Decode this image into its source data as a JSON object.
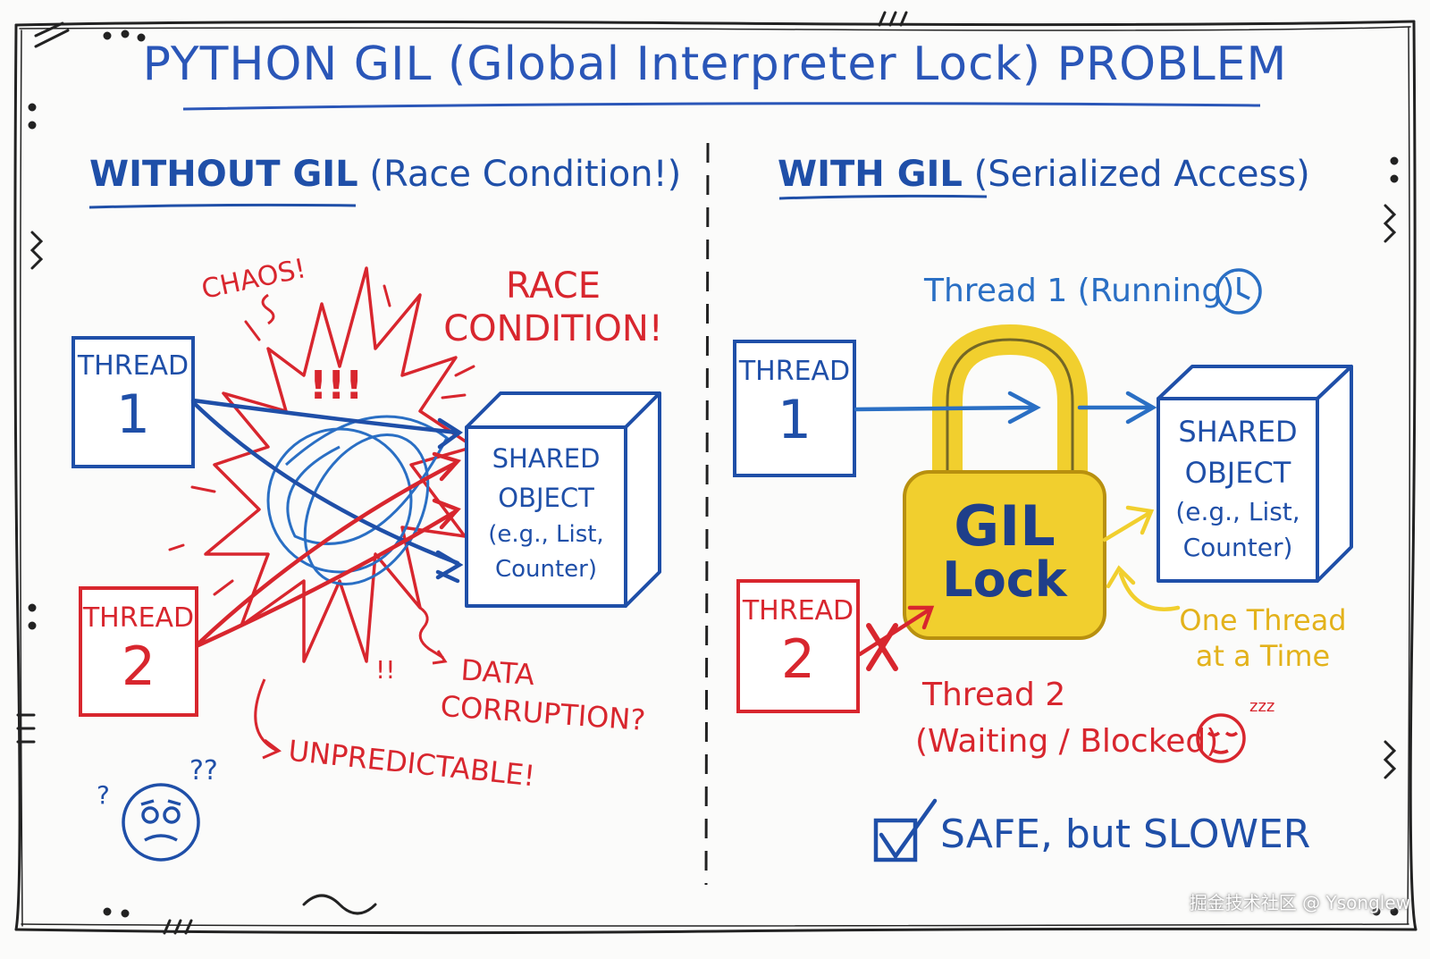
{
  "title": "PYTHON GIL (Global Interpreter Lock) PROBLEM",
  "left": {
    "heading": "WITHOUT GIL",
    "subheading": "(Race Condition!)",
    "thread1": {
      "label": "THREAD",
      "num": "1"
    },
    "thread2": {
      "label": "THREAD",
      "num": "2"
    },
    "shared": [
      "SHARED",
      "OBJECT",
      "(e.g., List,",
      "Counter)"
    ],
    "chaos": "CHAOS!",
    "race": [
      "RACE",
      "CONDITION!"
    ],
    "bang": "!!!",
    "bang_small": "!!",
    "data_corruption": [
      "DATA",
      "CORRUPTION?"
    ],
    "unpredictable": "UNPREDICTABLE!",
    "question_marks": "??",
    "question_single": "?"
  },
  "right": {
    "heading": "WITH GIL",
    "subheading": "(Serialized Access)",
    "thread1_running": "Thread 1 (Running)",
    "thread1": {
      "label": "THREAD",
      "num": "1"
    },
    "thread2": {
      "label": "THREAD",
      "num": "2"
    },
    "lock": [
      "GIL",
      "Lock"
    ],
    "shared": [
      "SHARED",
      "OBJECT",
      "(e.g., List,",
      "Counter)"
    ],
    "one_thread": [
      "One Thread",
      "at a Time"
    ],
    "thread2_waiting": [
      "Thread 2",
      "(Waiting / Blocked)"
    ],
    "zzz": "zzz",
    "safe": "SAFE, but SLOWER"
  },
  "watermark": "掘金技术社区 @ Ysonglew",
  "colors": {
    "blue": "#1f4fa8",
    "light_blue": "#2a6fc4",
    "red": "#d8262e",
    "yellow": "#f1cf2e",
    "ink": "#222222"
  },
  "icons": [
    "clock-icon",
    "check-box-icon",
    "confused-face-icon",
    "sleepy-face-icon",
    "padlock-icon",
    "explosion-icon"
  ]
}
